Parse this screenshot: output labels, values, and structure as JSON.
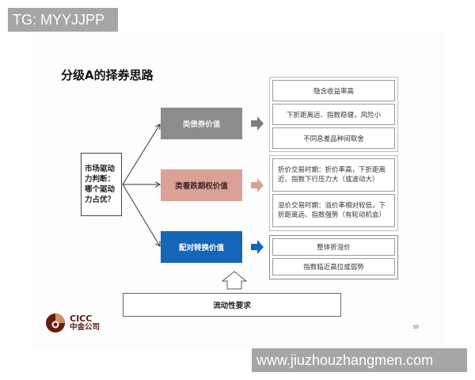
{
  "watermarks": {
    "top": "TG: MYYJJPP",
    "bottom": "www.jiuzhouzhangmen.com"
  },
  "slide": {
    "title": "分级A的择券思路",
    "driver_box": "市场驱动力判断：哪个驱动力占优？",
    "categories": [
      {
        "label": "类债券价值",
        "color": "#8a8c8e"
      },
      {
        "label": "类看跌期权价值",
        "color": "#dba096"
      },
      {
        "label": "配对转换价值",
        "color": "#1565b8"
      }
    ],
    "groups": {
      "bond": [
        "隐含收益率高",
        "下折距离远、指数稳健，风险小",
        "不同息差品种间取舍"
      ],
      "option": [
        "折价交易时期：折价率高，下折距离近、指数下行压力大（或波动大）",
        "溢价交易时期：溢价率相对较低，下折距离远、指数强势（有轮动机会）"
      ],
      "convert": [
        "整体折溢价",
        "指数临近高位或弱势"
      ]
    },
    "liquidity": "流动性要求",
    "logo": {
      "en": "CICC",
      "cn": "中金公司"
    },
    "page_number": "59"
  }
}
